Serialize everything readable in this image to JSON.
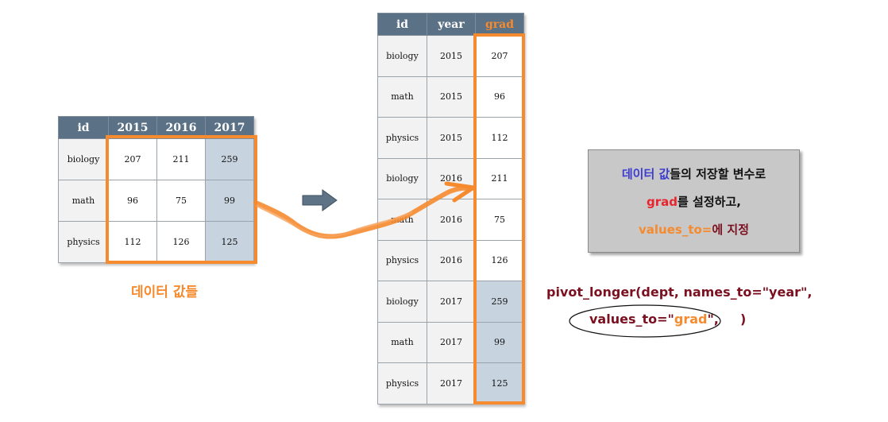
{
  "wide_table": {
    "headers": [
      "id",
      "2015",
      "2016",
      "2017"
    ],
    "rows": [
      [
        "biology",
        "207",
        "211",
        "259"
      ],
      [
        "math",
        "96",
        "75",
        "99"
      ],
      [
        "physics",
        "112",
        "126",
        "125"
      ]
    ]
  },
  "wide_caption": "데이터 값들",
  "long_table": {
    "headers": [
      "id",
      "year",
      "grad"
    ],
    "rows": [
      [
        "biology",
        "2015",
        "207"
      ],
      [
        "math",
        "2015",
        "96"
      ],
      [
        "physics",
        "2015",
        "112"
      ],
      [
        "biology",
        "2016",
        "211"
      ],
      [
        "math",
        "2016",
        "75"
      ],
      [
        "physics",
        "2016",
        "126"
      ],
      [
        "biology",
        "2017",
        "259"
      ],
      [
        "math",
        "2017",
        "99"
      ],
      [
        "physics",
        "2017",
        "125"
      ]
    ]
  },
  "note": {
    "line1_blue": "데이터 값",
    "line1_rest": "들의 저장할 변수로",
    "line2_red": "grad",
    "line2_rest": "를 설정하고,",
    "line3_orange": "values_to=",
    "line3_rest": "에 지정"
  },
  "code": {
    "line1": "pivot_longer(dept, names_to=\"year\",",
    "line2_prefix": "values_to=\"",
    "line2_grad": "grad",
    "line2_suffix": "\",",
    "line2_close": ")"
  },
  "colors": {
    "header_bg": "#5b7186",
    "highlight": "#f58a2e",
    "shaded_cell": "#c7d3de",
    "note_blue": "#3b3bd0",
    "note_red": "#e8252e",
    "code_dark_red": "#7b1020"
  }
}
